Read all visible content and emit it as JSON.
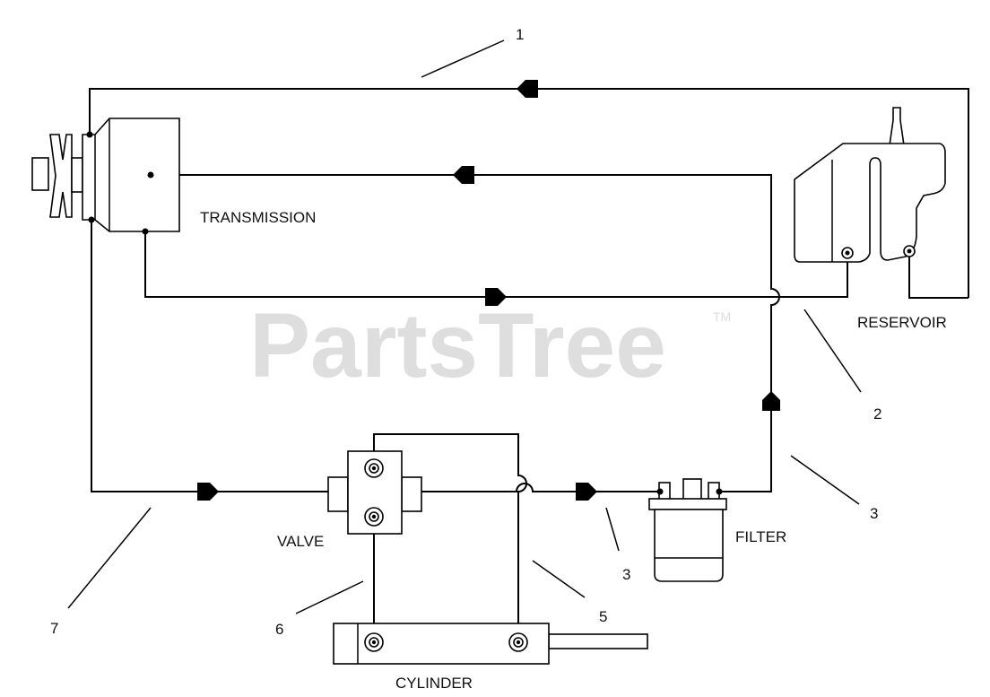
{
  "watermark": {
    "text": "PartsTree",
    "trademark": "TM"
  },
  "components": {
    "transmission": "TRANSMISSION",
    "reservoir": "RESERVOIR",
    "valve": "VALVE",
    "filter": "FILTER",
    "cylinder": "CYLINDER"
  },
  "callouts": {
    "c1": "1",
    "c2": "2",
    "c3a": "3",
    "c3b": "3",
    "c5": "5",
    "c6": "6",
    "c7": "7"
  }
}
